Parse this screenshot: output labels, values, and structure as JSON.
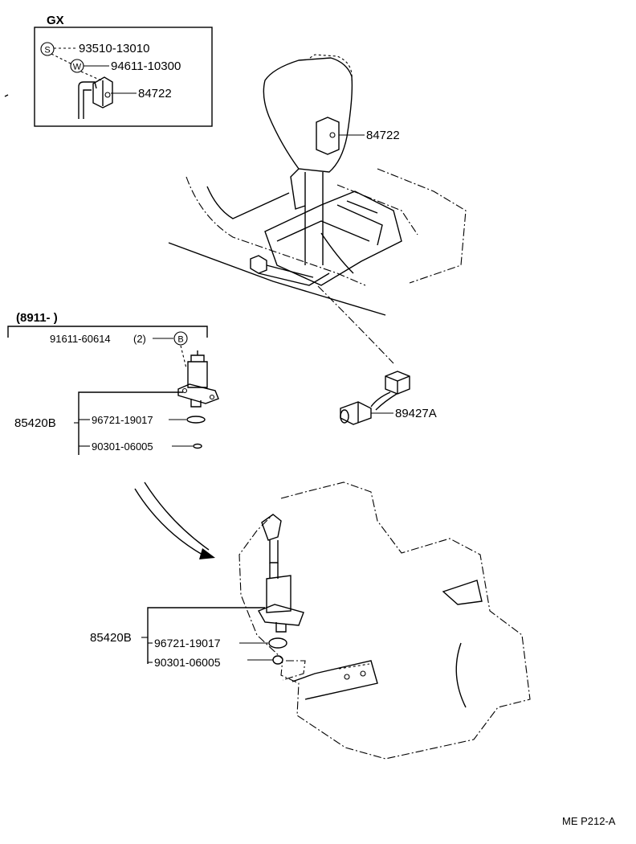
{
  "inset": {
    "title": "GX",
    "parts": [
      {
        "symbol": "S",
        "number": "93510-13010"
      },
      {
        "symbol": "W",
        "number": "94611-10300"
      },
      {
        "number": "84722"
      }
    ]
  },
  "shift_knob": {
    "part": "84722"
  },
  "variant": {
    "date_code": "(8911-          )",
    "bolt": {
      "number": "91611-60614",
      "qty": "(2)",
      "symbol": "B"
    },
    "assembly": "85420B",
    "oring": "96721-19017",
    "washer": "90301-06005"
  },
  "switch": {
    "part": "89427A"
  },
  "transmission": {
    "assembly": "85420B",
    "oring": "96721-19017",
    "washer": "90301-06005"
  },
  "footer": {
    "code": "ME P212-A"
  }
}
